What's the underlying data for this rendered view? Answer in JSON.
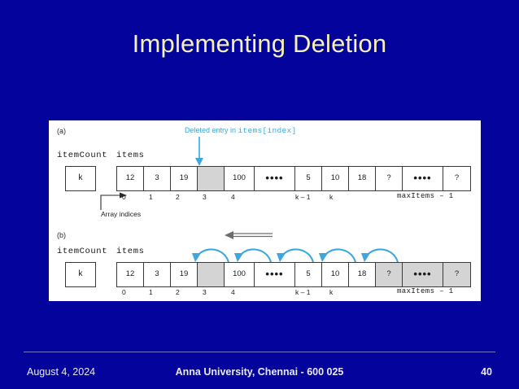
{
  "slide": {
    "title": "Implementing Deletion",
    "background_color": "#04049c",
    "title_color": "#f5f0b4"
  },
  "figure": {
    "accent_color": "#3da7e0",
    "shade_color": "#d4d4d4",
    "panel_a": {
      "part_label": "(a)",
      "item_count_label": "itemCount",
      "item_count_value": "k",
      "items_label": "items",
      "callout_prefix": "Deleted entry in ",
      "callout_code": "items[index]",
      "array_indices_label": "Array indices",
      "cells": [
        {
          "value": "12",
          "shaded": false,
          "kind": "num"
        },
        {
          "value": "3",
          "shaded": false,
          "kind": "num"
        },
        {
          "value": "19",
          "shaded": false,
          "kind": "num"
        },
        {
          "value": "",
          "shaded": true,
          "kind": "num"
        },
        {
          "value": "100",
          "shaded": false,
          "kind": "num3"
        },
        {
          "value": "••••",
          "shaded": false,
          "kind": "dots"
        },
        {
          "value": "5",
          "shaded": false,
          "kind": "num"
        },
        {
          "value": "10",
          "shaded": false,
          "kind": "num"
        },
        {
          "value": "18",
          "shaded": false,
          "kind": "num"
        },
        {
          "value": "?",
          "shaded": false,
          "kind": "num"
        },
        {
          "value": "••••",
          "shaded": false,
          "kind": "dots"
        },
        {
          "value": "?",
          "shaded": false,
          "kind": "num"
        }
      ],
      "indices": [
        "0",
        "1",
        "2",
        "3",
        "4"
      ],
      "index_k_minus_1": "k – 1",
      "index_k": "k",
      "index_max": "maxItems – 1"
    },
    "panel_b": {
      "part_label": "(b)",
      "item_count_label": "itemCount",
      "item_count_value": "k",
      "items_label": "items",
      "shift_arrow_count": 5,
      "cells": [
        {
          "value": "12",
          "shaded": false,
          "kind": "num"
        },
        {
          "value": "3",
          "shaded": false,
          "kind": "num"
        },
        {
          "value": "19",
          "shaded": false,
          "kind": "num"
        },
        {
          "value": "",
          "shaded": true,
          "kind": "num"
        },
        {
          "value": "100",
          "shaded": false,
          "kind": "num3"
        },
        {
          "value": "••••",
          "shaded": false,
          "kind": "dots"
        },
        {
          "value": "5",
          "shaded": false,
          "kind": "num"
        },
        {
          "value": "10",
          "shaded": false,
          "kind": "num"
        },
        {
          "value": "18",
          "shaded": false,
          "kind": "num"
        },
        {
          "value": "?",
          "shaded": true,
          "kind": "num"
        },
        {
          "value": "••••",
          "shaded": true,
          "kind": "dots"
        },
        {
          "value": "?",
          "shaded": true,
          "kind": "num"
        }
      ],
      "indices": [
        "0",
        "1",
        "2",
        "3",
        "4"
      ],
      "index_k_minus_1": "k – 1",
      "index_k": "k",
      "index_max": "maxItems – 1"
    }
  },
  "footer": {
    "date": "August 4, 2024",
    "center": "Anna University, Chennai - 600 025",
    "page_number": "40"
  }
}
